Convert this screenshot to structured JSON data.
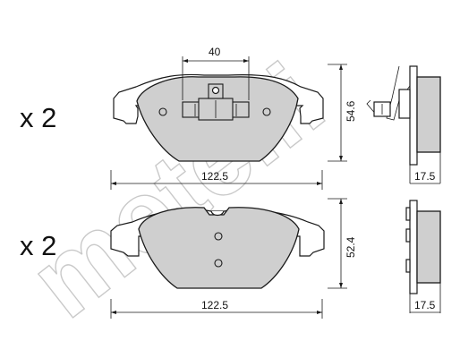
{
  "pads": [
    {
      "quantity": "x 2",
      "dims": {
        "width": "122.5",
        "height": "54.6",
        "thickness": "17.5",
        "sensor_span": "40"
      }
    },
    {
      "quantity": "x 2",
      "dims": {
        "width": "122.5",
        "height": "52.4",
        "thickness": "17.5"
      }
    }
  ],
  "watermark": "metelli",
  "colors": {
    "pad_fill": "#cfcfcf",
    "line": "#1a1a1a",
    "watermark": "#b8b8b8"
  }
}
